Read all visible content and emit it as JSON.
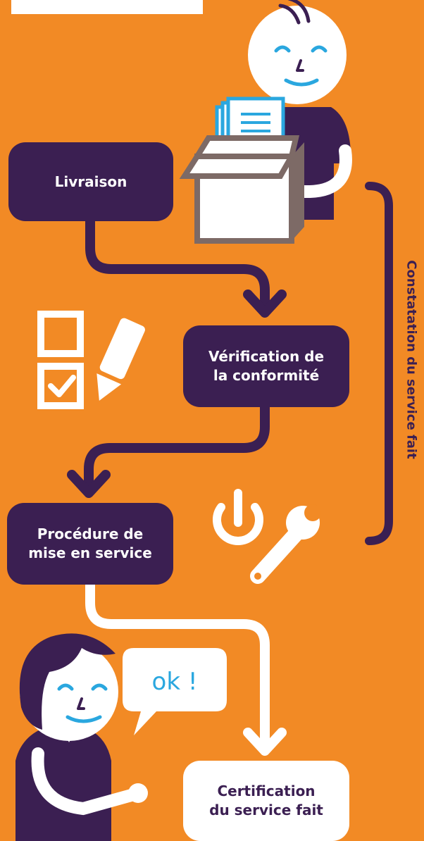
{
  "steps": {
    "livraison": "Livraison",
    "verification": "Vérification de\nla conformité",
    "mise_en_service": "Procédure de\nmise en service",
    "certification": "Certification\ndu service fait"
  },
  "bracket_label": "Constatation du service fait",
  "speech_bubble": "ok !",
  "colors": {
    "background": "#F28A25",
    "dark": "#3B1F52",
    "light": "#FFFFFF",
    "accent": "#2AA7DF",
    "box_brown": "#7D6A66"
  }
}
